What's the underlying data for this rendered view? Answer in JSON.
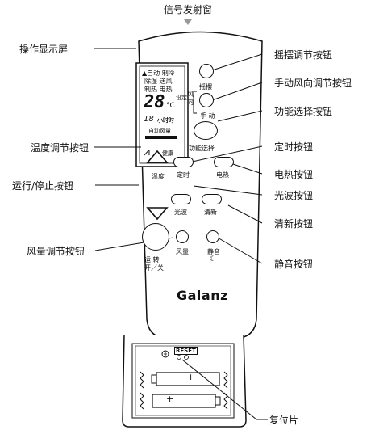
{
  "top_label": "信号发射窗",
  "labels": {
    "display": "操作显示屏",
    "temp": "温度调节按钮",
    "run_stop": "运行/停止按钮",
    "fan_speed": "风量调节按钮",
    "swing": "摇摆调节按钮",
    "manual_dir": "手动风向调节按钮",
    "mode_select": "功能选择按钮",
    "timer": "定时按钮",
    "heater": "电热按钮",
    "light": "光波按钮",
    "fresh": "清新按钮",
    "quiet": "静音按钮",
    "reset_piece": "复位片"
  },
  "lcd": {
    "row1": "▲自动 制冷",
    "row2": "除湿 送风",
    "row3": "制热 电热",
    "temp_digits": "28",
    "temp_unit": "°C",
    "small_units": "设定",
    "time": "18",
    "time_label": "小时时",
    "auto_wind": "自动风量",
    "health": "健康"
  },
  "remote_text": {
    "swing": "摇摆",
    "wind_dir": "风\n向",
    "manual": "手 动",
    "mode_select": "功能选择",
    "temp": "温度",
    "timer": "定时",
    "heater": "电热",
    "light": "光波",
    "fresh": "清新",
    "run": "运  转",
    "on_off": "开／关",
    "fan": "风量",
    "quiet": "静音",
    "brand": "Galanz"
  },
  "battery": {
    "reset": "RESET"
  }
}
